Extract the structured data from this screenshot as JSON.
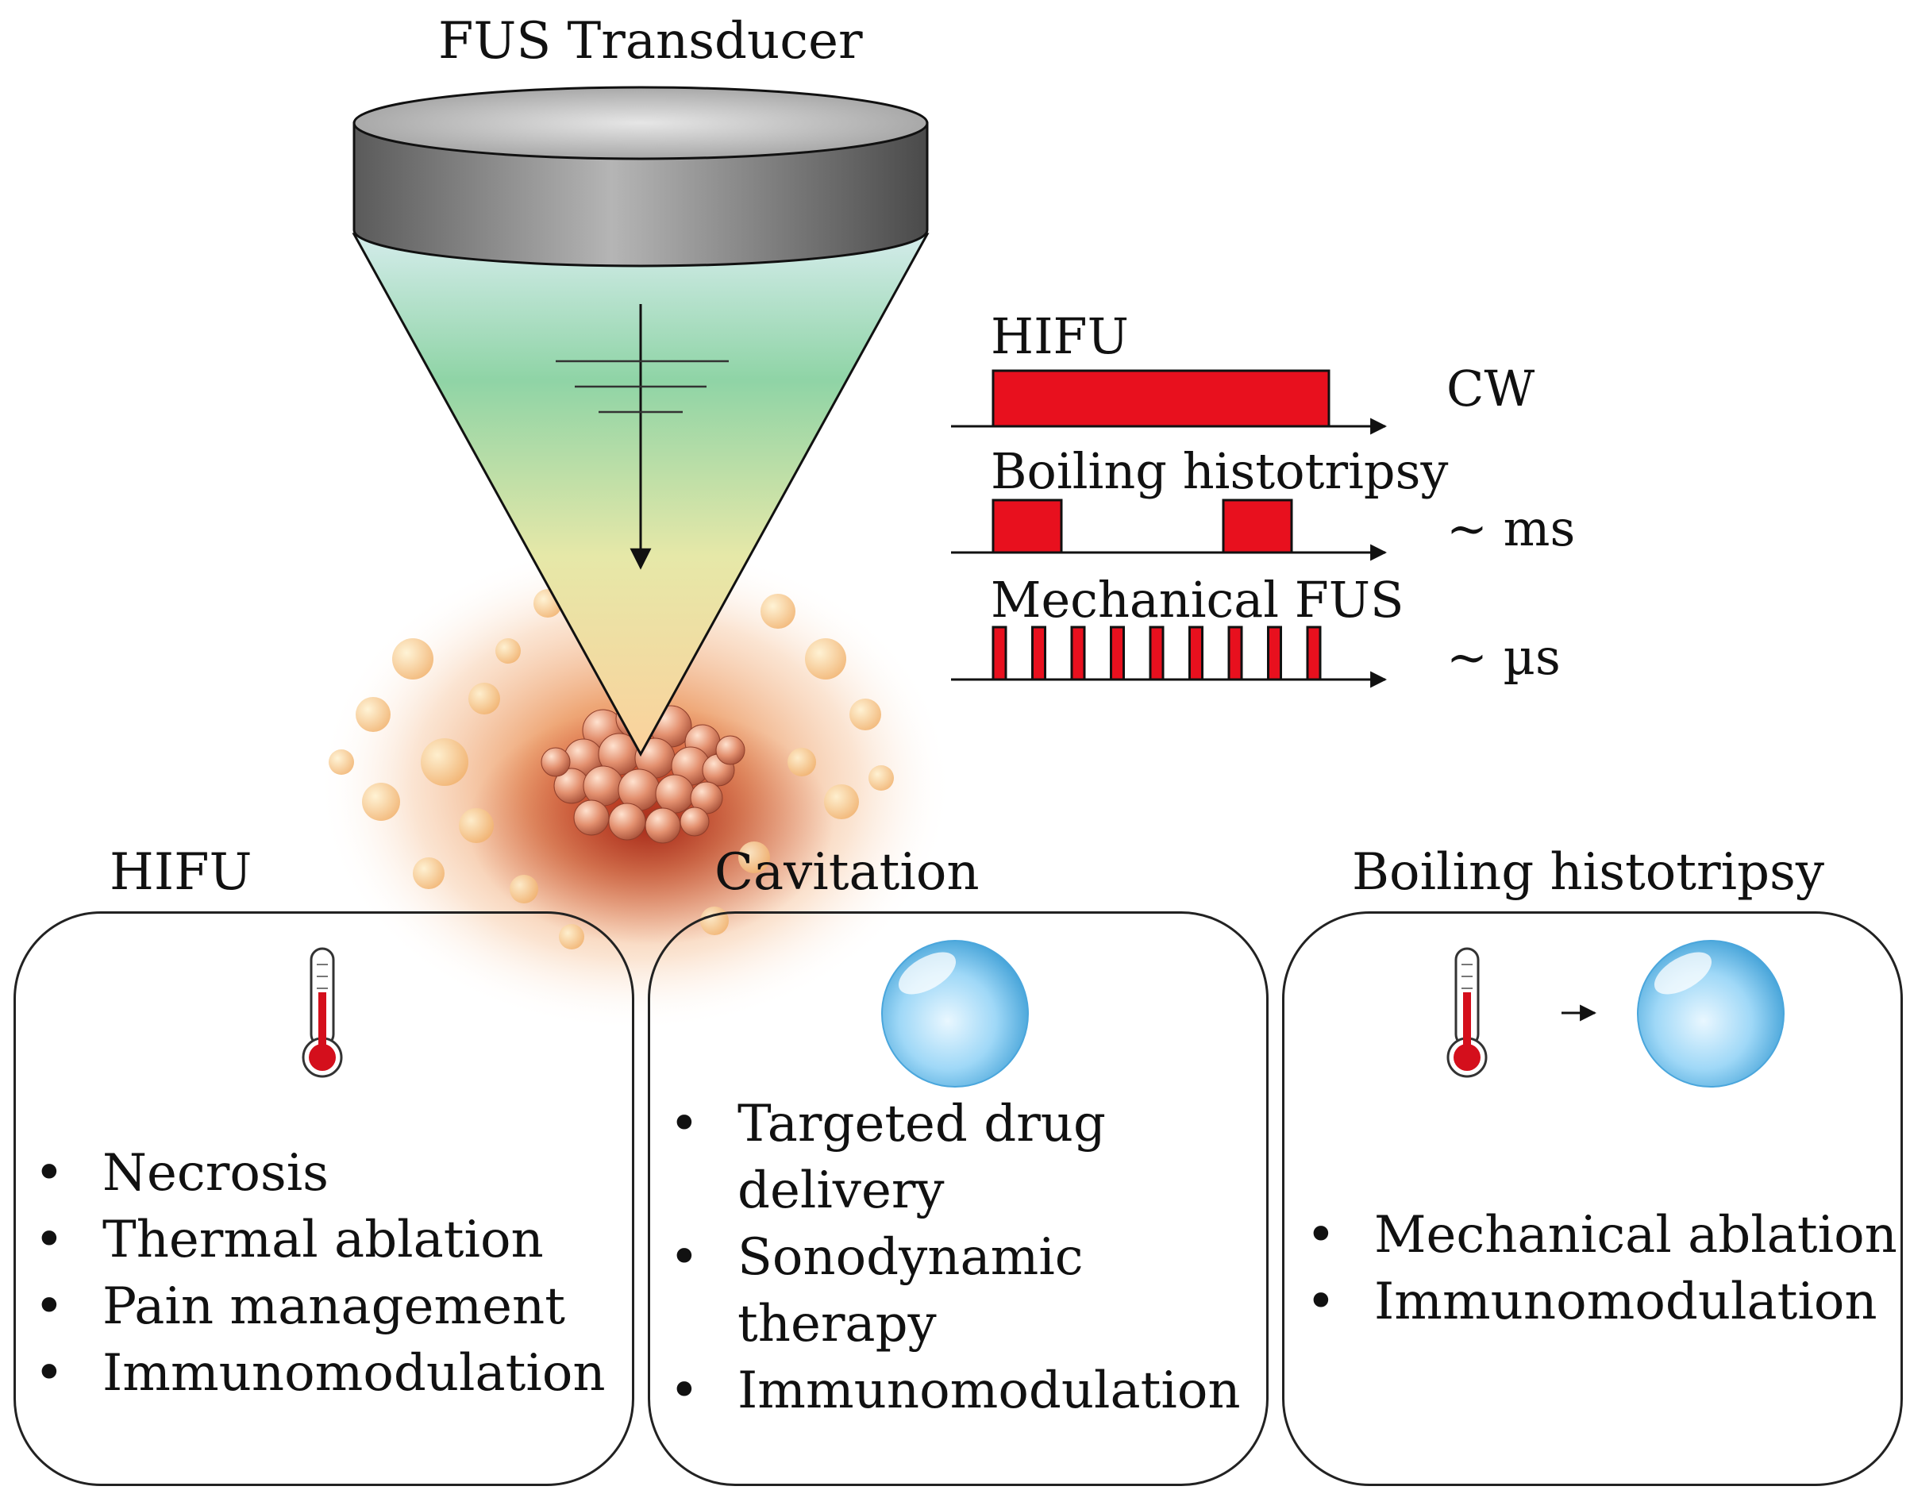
{
  "transducer": {
    "label": "FUS Transducer"
  },
  "pulse_regimes": [
    {
      "name": "HIFU",
      "duration": "CW"
    },
    {
      "name": "Boiling histotripsy",
      "duration": "~ ms"
    },
    {
      "name": "Mechanical FUS",
      "duration": "~ µs"
    }
  ],
  "panels": [
    {
      "title": "HIFU",
      "icons": [
        "thermometer-icon"
      ],
      "items": [
        "Necrosis",
        "Thermal ablation",
        "Pain management",
        "Immunomodulation"
      ]
    },
    {
      "title": "Cavitation",
      "icons": [
        "bubble-icon"
      ],
      "items": [
        "Targeted drug delivery",
        "Sonodynamic therapy",
        "Immunomodulation"
      ]
    },
    {
      "title": "Boiling histotripsy",
      "icons": [
        "thermometer-icon",
        "arrow-right-icon",
        "bubble-icon"
      ],
      "items": [
        "Mechanical ablation",
        "Immunomodulation"
      ]
    }
  ],
  "colors": {
    "pulse": "#e8101e",
    "thermometer_bulb": "#d40f1c",
    "bubble": "#8fd0f5",
    "panel_border": "#222222"
  }
}
